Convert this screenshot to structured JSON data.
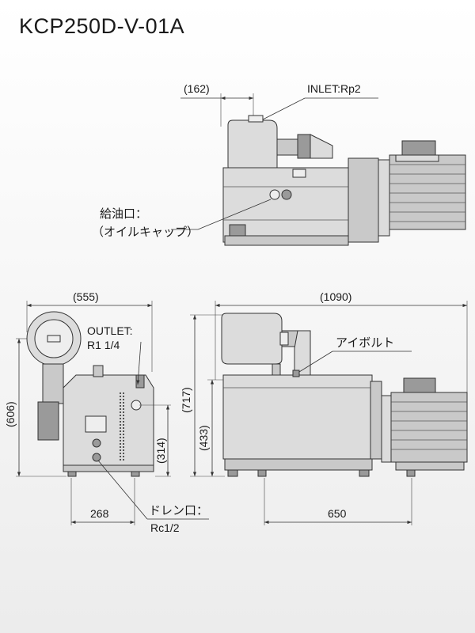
{
  "title": "KCP250D-V-01A",
  "labels": {
    "inlet": "INLET:Rp2",
    "oil_port_line1": "給油口：",
    "oil_port_line2": "（オイルキャップ）",
    "outlet_line1": "OUTLET:",
    "outlet_line2": "R1 1/4",
    "eyebolt": "アイボルト",
    "drain_line1": "ドレン口：",
    "drain_line2": "Rc1/2"
  },
  "dimensions": {
    "inlet_offset": "(162)",
    "width_front": "(555)",
    "length_overall": "(1090)",
    "height_overall": "(717)",
    "height_606": "(606)",
    "height_433": "(433)",
    "outlet_height": "(314)",
    "foot_width": "268",
    "foot_length": "650"
  },
  "colors": {
    "body": "#dcdcdc",
    "shadow": "#9a9a9a",
    "line": "#333333"
  }
}
